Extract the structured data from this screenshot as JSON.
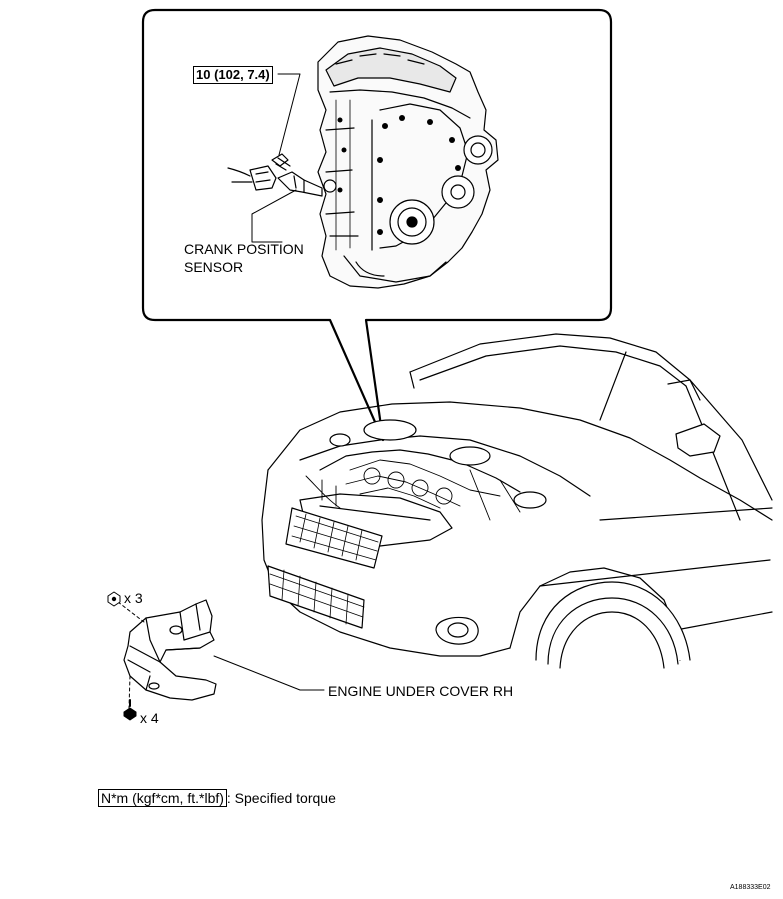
{
  "callout": {
    "torque": "10 (102, 7.4)",
    "sensor_line1": "CRANK POSITION",
    "sensor_line2": "SENSOR"
  },
  "parts": {
    "nut_qty": "x 3",
    "bolt_qty": "x 4",
    "cover_label": "ENGINE UNDER COVER RH"
  },
  "legend": {
    "unit_box": "N*m (kgf*cm, ft.*lbf)",
    "unit_desc": ": Specified torque"
  },
  "figure_id": "A188333E02"
}
